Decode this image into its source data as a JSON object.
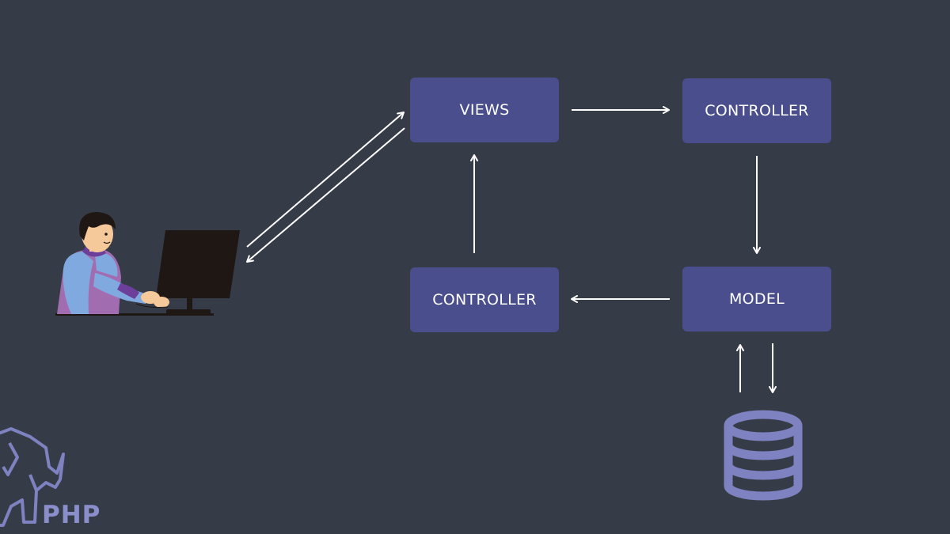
{
  "diagram": {
    "nodes": {
      "views": "VIEWS",
      "controller_top": "CONTROLLER",
      "controller_bottom": "CONTROLLER",
      "model": "MODEL"
    },
    "logo_text": "PHP",
    "colors": {
      "background": "#363c47",
      "node_fill": "#4a4e8c",
      "node_text": "#ffffff",
      "arrow": "#ffffff",
      "database": "#7e82c0",
      "logo": "#8a8fcb"
    },
    "icons": [
      "user-at-computer-illustration",
      "database-icon",
      "php-elephant-logo"
    ]
  }
}
